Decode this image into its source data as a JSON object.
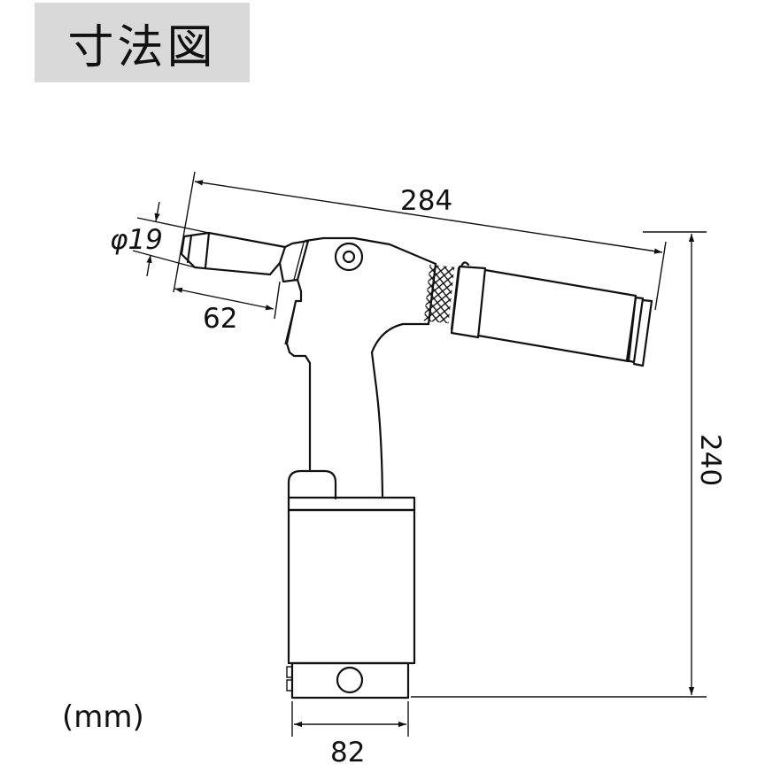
{
  "header": {
    "title": "寸法図"
  },
  "drawing": {
    "subject": "pneumatic rivet gun side view",
    "dimensions": {
      "overall_length": "284",
      "nose_diameter": "φ19",
      "nose_length": "62",
      "height": "240",
      "base_width": "82"
    },
    "unit_label": "(mm)",
    "colors": {
      "line": "#111111",
      "title_bg": "#d9d9d9",
      "background": "#ffffff"
    }
  }
}
